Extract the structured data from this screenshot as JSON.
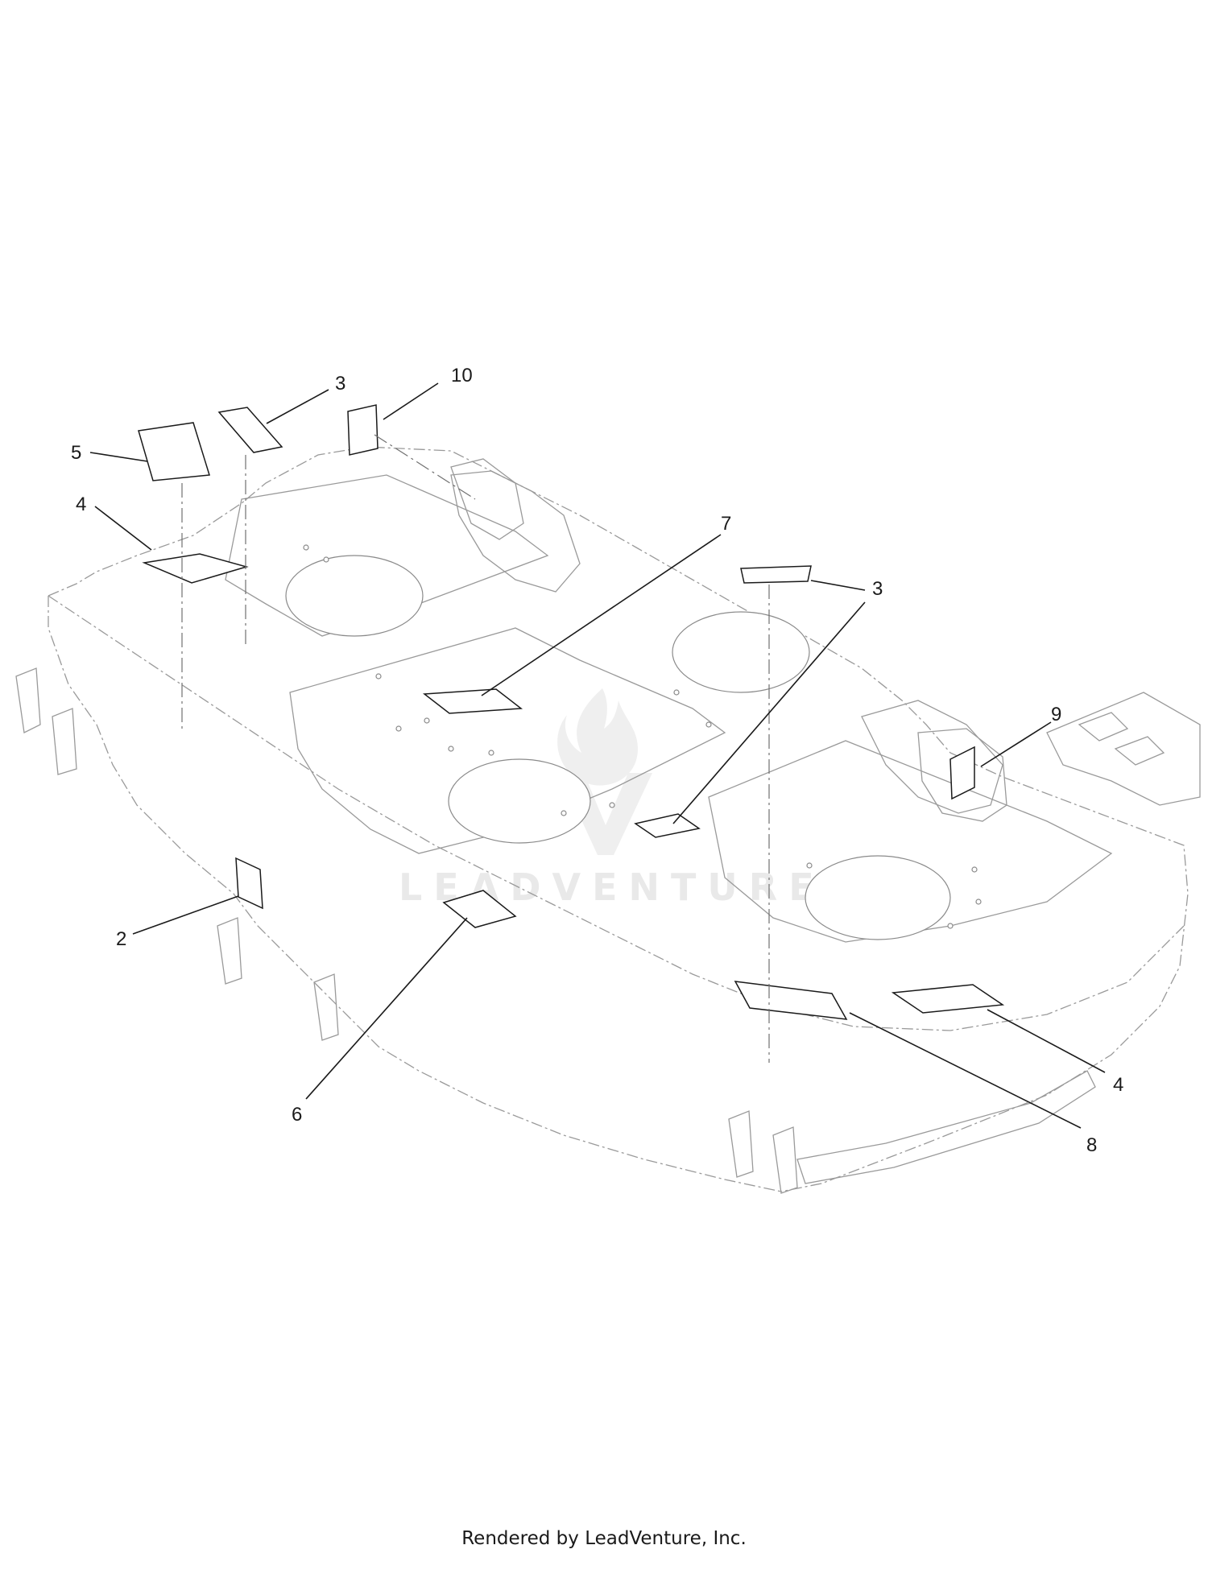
{
  "callouts": {
    "c2": "2",
    "c3a": "3",
    "c3b": "3",
    "c4a": "4",
    "c4b": "4",
    "c5": "5",
    "c6": "6",
    "c7": "7",
    "c8": "8",
    "c9": "9",
    "c10": "10"
  },
  "watermark": {
    "text": "LEADVENTURE"
  },
  "footer": {
    "text": "Rendered by LeadVenture, Inc."
  },
  "colors": {
    "line": "#1a1a1a",
    "deck_outline": "#9a9a9a",
    "watermark": "#e9e9e9"
  }
}
